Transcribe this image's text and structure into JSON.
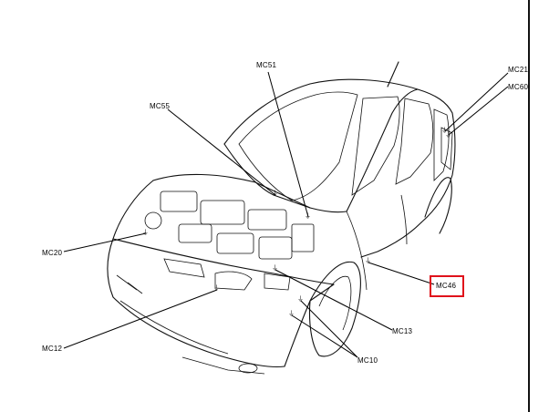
{
  "diagram": {
    "labels": {
      "mc51": "MC51",
      "mc55": "MC55",
      "mc21": "MC21",
      "mc60": "MC60",
      "mc20": "MC20",
      "mc46": "MC46",
      "mc13": "MC13",
      "mc12": "MC12",
      "mc10": "MC10"
    },
    "highlighted": "MC46",
    "highlight_color": "#e0121b",
    "line_color": "#111111",
    "ground_symbol": "⏚"
  }
}
